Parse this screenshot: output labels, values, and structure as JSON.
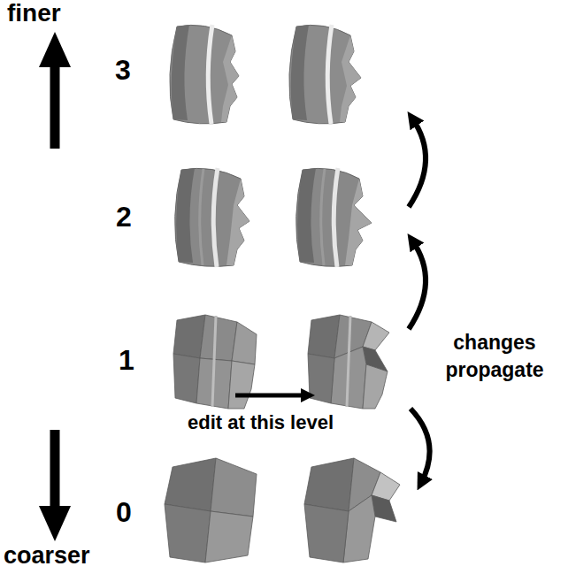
{
  "diagram": {
    "labels": [
      "finer",
      "3",
      "2",
      "1",
      "edit at this level",
      "changes propagate",
      "0",
      "coarser"
    ]
  }
}
